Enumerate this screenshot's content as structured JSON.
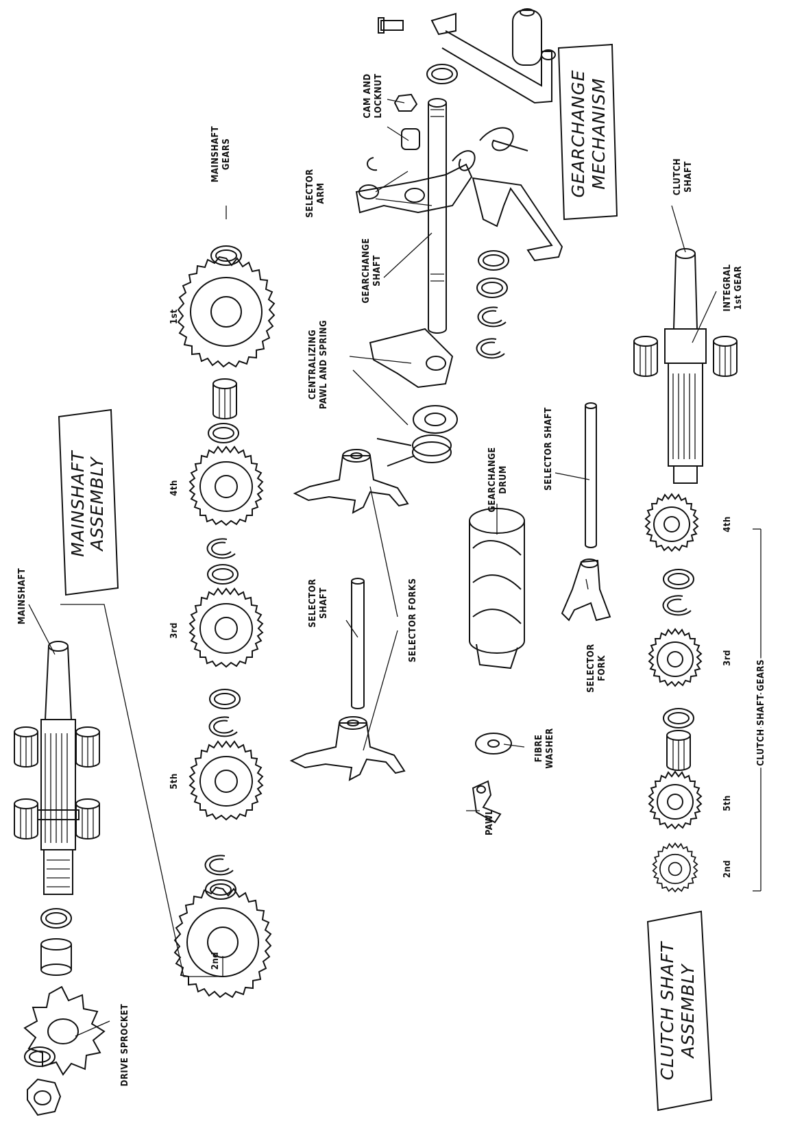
{
  "titles": {
    "mainshaft_assembly": [
      "MAINSHAFT",
      "ASSEMBLY"
    ],
    "gearchange_mechanism": [
      "GEARCHANGE",
      "MECHANISM"
    ],
    "clutch_shaft_assembly": [
      "CLUTCH SHAFT",
      "ASSEMBLY"
    ]
  },
  "labels": {
    "mainshaft": "MAINSHAFT",
    "drive_sprocket": "DRIVE SPROCKET",
    "mainshaft_gears": [
      "MAINSHAFT",
      "GEARS"
    ],
    "selector_arm": [
      "SELECTOR",
      "ARM"
    ],
    "cam_and_locknut": [
      "CAM AND",
      "LOCKNUT"
    ],
    "gearchange_shaft": [
      "GEARCHANGE",
      "SHAFT"
    ],
    "centralizing_pawl_and_spring": [
      "CENTRALIZING",
      "PAWL AND SPRING"
    ],
    "selector_forks": "SELECTOR FORKS",
    "selector_shaft_left": [
      "SELECTOR",
      "SHAFT"
    ],
    "gearchange_drum": [
      "GEARCHANGE",
      "DRUM"
    ],
    "selector_shaft_right": "SELECTOR SHAFT",
    "selector_fork": [
      "SELECTOR",
      "FORK"
    ],
    "fibre_washer": [
      "FIBRE",
      "WASHER"
    ],
    "pawl": "PAWL",
    "clutch_shaft": [
      "CLUTCH",
      "SHAFT"
    ],
    "integral_1st_gear": [
      "INTEGRAL",
      "1st GEAR"
    ],
    "clutch_shaft_gears": "CLUTCH SHAFT GEARS"
  },
  "gear_labels": {
    "mainshaft": [
      "1st",
      "4th",
      "3rd",
      "5th",
      "2nd"
    ],
    "clutch_shaft": [
      "4th",
      "3rd",
      "5th",
      "2nd"
    ]
  }
}
